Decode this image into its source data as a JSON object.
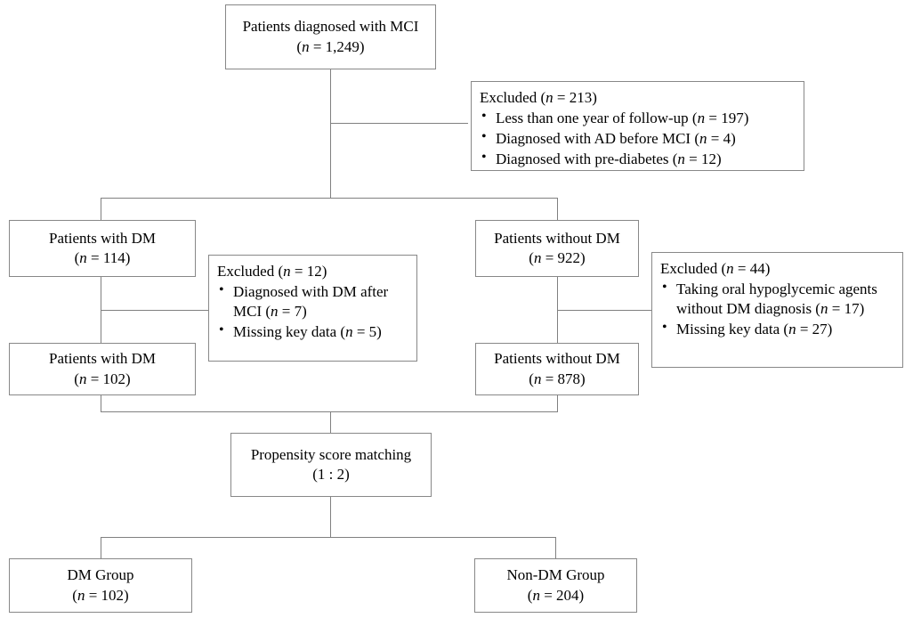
{
  "diagram": {
    "title": "Patient selection flow diagram",
    "type": "flowchart",
    "line_color": "#808080",
    "border_color": "#888888",
    "text_color": "#000000",
    "background": "#ffffff"
  },
  "nodes": {
    "mci": {
      "line1": "Patients diagnosed with MCI",
      "line2_pre": "(",
      "line2_n": "n",
      "line2_post": " = 1,249)"
    },
    "excluded_top": {
      "header_pre": "Excluded (",
      "header_n": "n",
      "header_post": " = 213)",
      "items": [
        {
          "text": "Less than one year of follow-up (",
          "n": "n",
          "post": " = 197)"
        },
        {
          "text": "Diagnosed with AD before MCI (",
          "n": "n",
          "post": " = 4)"
        },
        {
          "text": "Diagnosed with pre-diabetes (",
          "n": "n",
          "post": " = 12)"
        }
      ]
    },
    "dm_114": {
      "line1": "Patients with DM",
      "line2_pre": "(",
      "line2_n": "n",
      "line2_post": " = 114)"
    },
    "nodm_922": {
      "line1": "Patients without DM",
      "line2_pre": "(",
      "line2_n": "n",
      "line2_post": " = 922)"
    },
    "excluded_left": {
      "header_pre": "Excluded (",
      "header_n": "n",
      "header_post": " = 12)",
      "items": [
        {
          "text": "Diagnosed with DM after",
          "text2": "MCI (",
          "n": "n",
          "post": " = 7)"
        },
        {
          "text": "Missing key data (",
          "n": "n",
          "post": " = 5)"
        }
      ]
    },
    "excluded_right": {
      "header_pre": "Excluded (",
      "header_n": "n",
      "header_post": " = 44)",
      "items": [
        {
          "text": "Taking oral hypoglycemic agents",
          "text2": "without DM diagnosis (",
          "n": "n",
          "post": " = 17)"
        },
        {
          "text": "Missing key data (",
          "n": "n",
          "post": " = 27)"
        }
      ]
    },
    "dm_102": {
      "line1": "Patients with DM",
      "line2_pre": "(",
      "line2_n": "n",
      "line2_post": " = 102)"
    },
    "nodm_878": {
      "line1": "Patients without DM",
      "line2_pre": "(",
      "line2_n": "n",
      "line2_post": " = 878)"
    },
    "psm": {
      "line1": "Propensity score matching",
      "line2": "(1 : 2)"
    },
    "dm_group": {
      "line1": "DM Group",
      "line2_pre": "(",
      "line2_n": "n",
      "line2_post": " = 102)"
    },
    "nondm_group": {
      "line1": "Non-DM Group",
      "line2_pre": "(",
      "line2_n": "n",
      "line2_post": " = 204)"
    }
  }
}
